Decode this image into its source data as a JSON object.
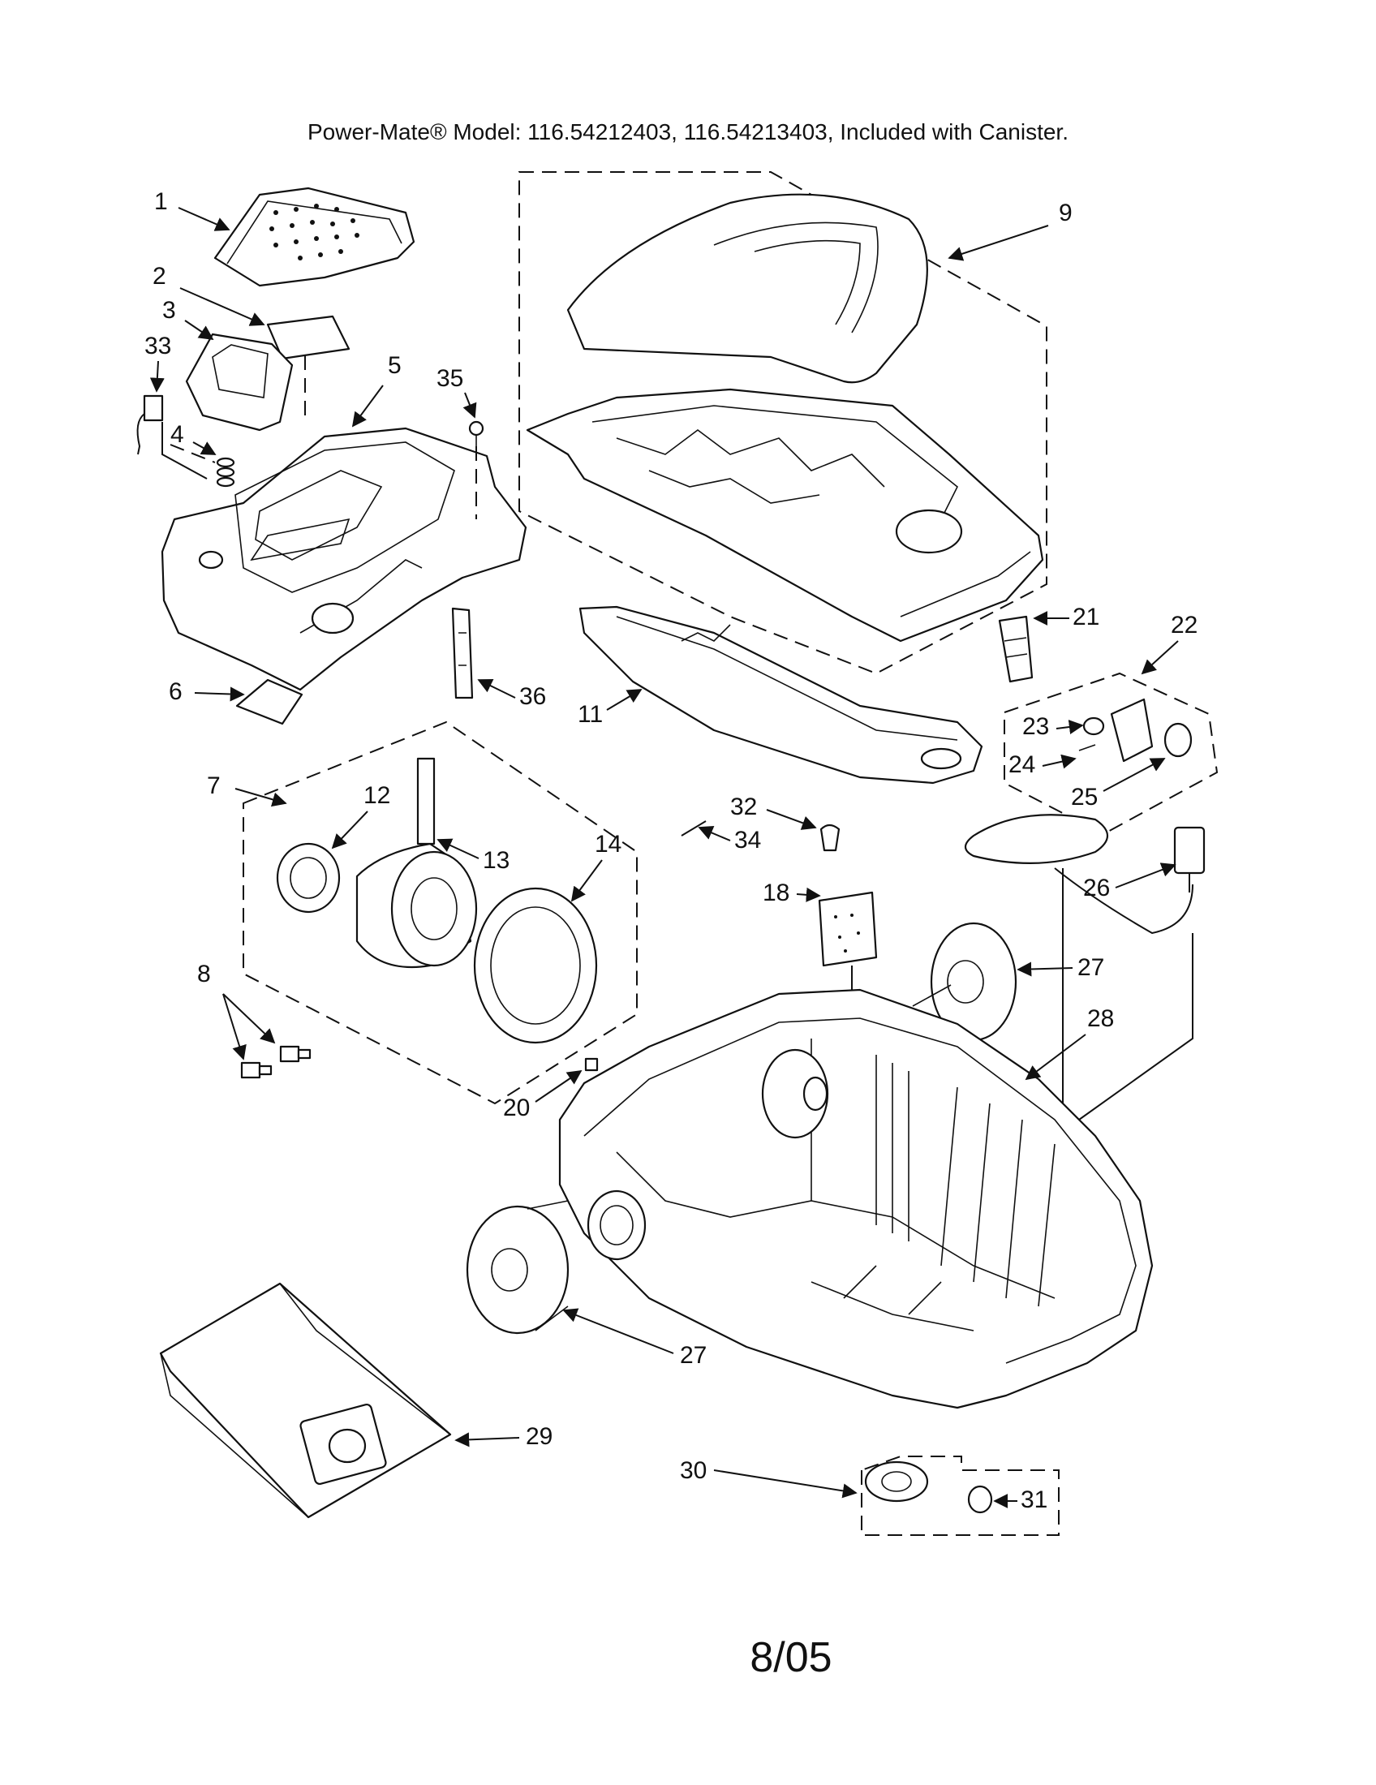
{
  "title": "Power-Mate® Model:  116.54212403, 116.54213403, Included with Canister.",
  "footer": "8/05",
  "callouts": [
    "1",
    "2",
    "3",
    "33",
    "4",
    "5",
    "35",
    "6",
    "36",
    "9",
    "11",
    "21",
    "22",
    "23",
    "24",
    "25",
    "7",
    "12",
    "13",
    "14",
    "8",
    "20",
    "32",
    "34",
    "18",
    "26",
    "27",
    "28",
    "27",
    "29",
    "30",
    "31"
  ]
}
